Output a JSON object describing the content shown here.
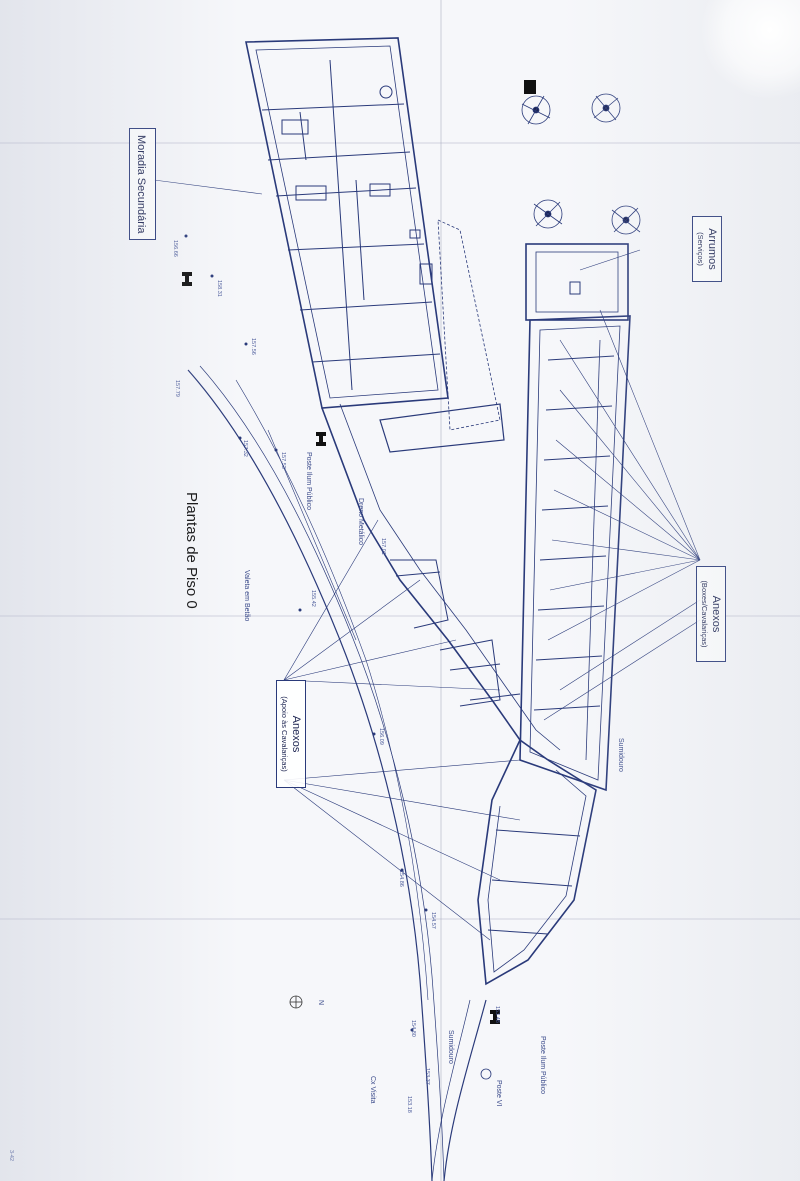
{
  "title": "Plantas de Piso 0",
  "blocks": {
    "morada": "Moradia Secundária",
    "arrumos_title": "Arrumos",
    "arrumos_sub": "(Serviços)",
    "anexos_right_title": "Anexos",
    "anexos_right_sub": "(Boxes/Cavalariças)",
    "anexos_left_title": "Anexos",
    "anexos_left_sub": "(Apoio às Cavalariças)"
  },
  "labels": {
    "poste_top": "Poste Ilum Público",
    "poste_bottom": "Poste Ilum Público",
    "poste_vi": "Poste VI",
    "dreno": "Dreno Metálico",
    "valeta": "Valeta em Betão",
    "sumidouro_right": "Sumidouro",
    "sumidouro_bottom": "Sumidouro",
    "cx_visita": "Cx Visita",
    "corner_mark": "3-42",
    "north": "N"
  },
  "elevations": {
    "e1": "156.66",
    "e2": "158.31",
    "e3": "157.56",
    "e4": "157.79",
    "e5": "157.32",
    "e6": "157.53",
    "e7": "157.01",
    "e8": "155.42",
    "e9": "156.09",
    "e10": "154.86",
    "e11": "154.57",
    "e12": "153.48",
    "e13": "153.37",
    "e14": "153.18",
    "e15": "154.80"
  },
  "colors": {
    "paper": "#f6f7fa",
    "ink": "#2a3a7a",
    "ink_light": "#6a78b0"
  }
}
